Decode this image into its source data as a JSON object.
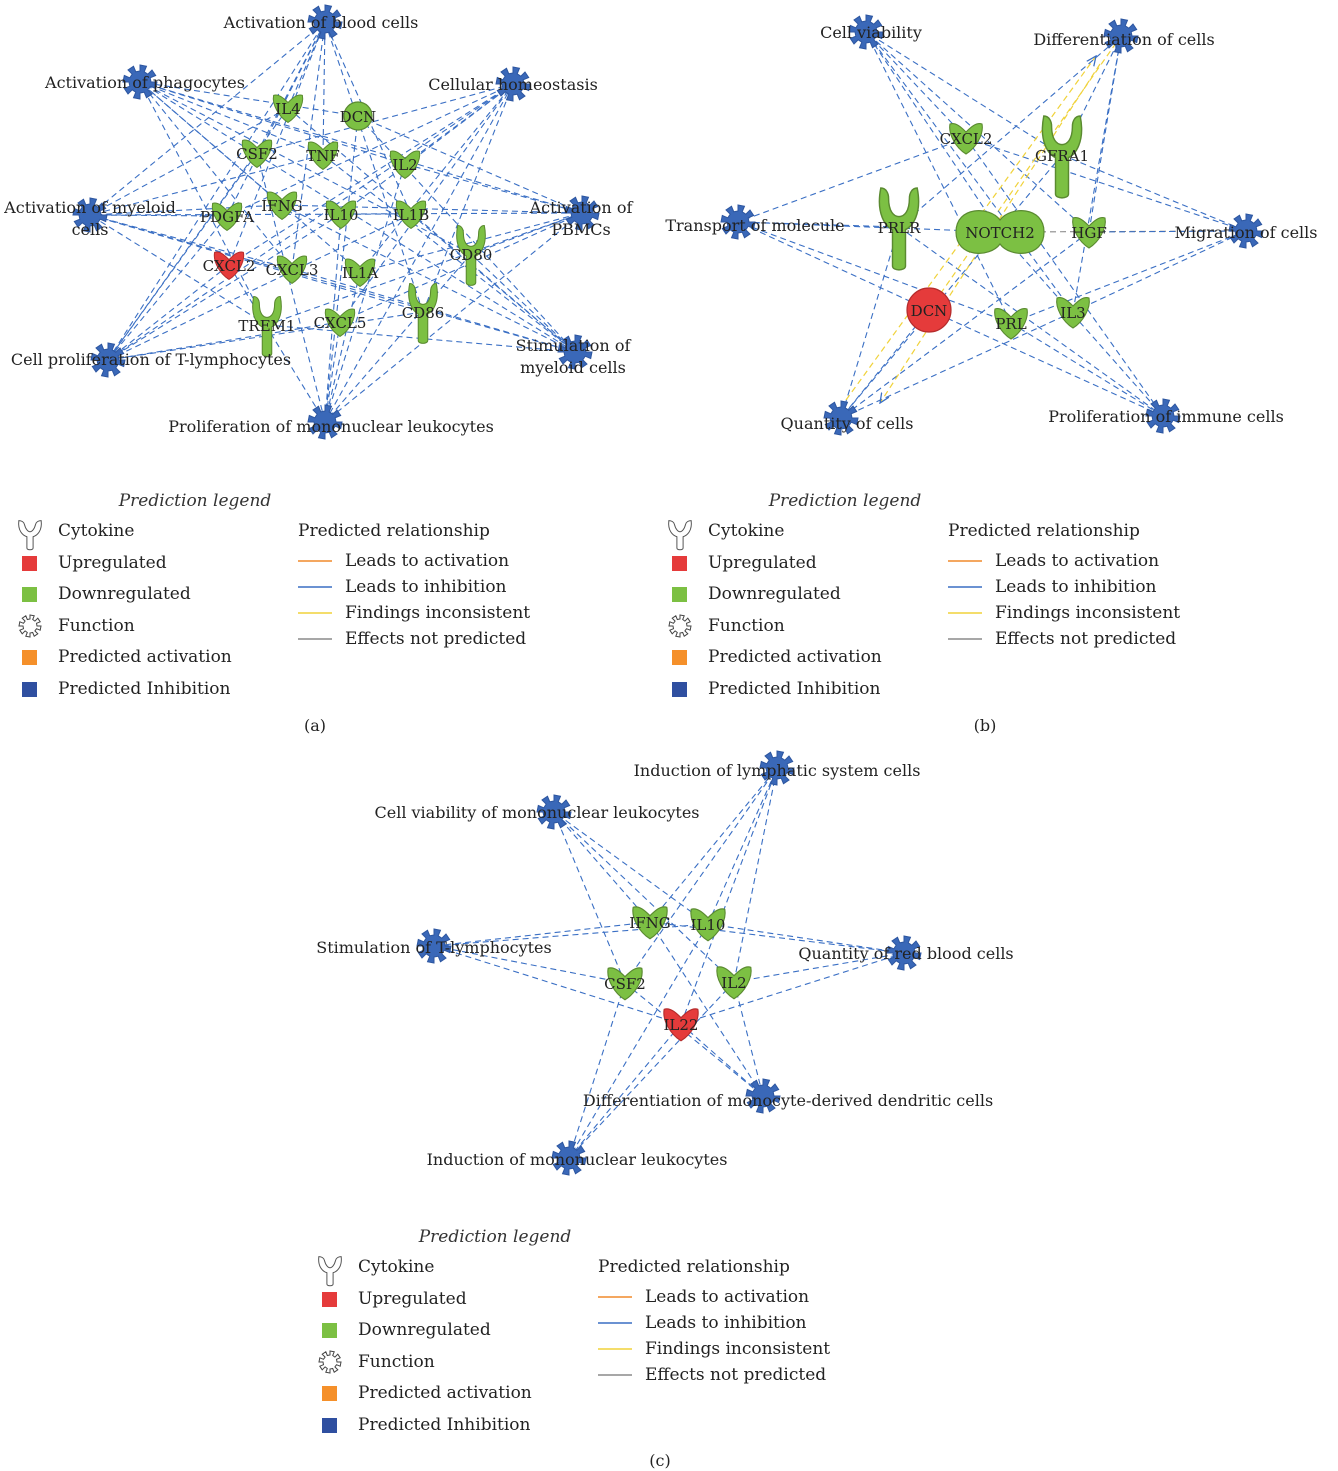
{
  "colors": {
    "function_node": "#3a68b8",
    "downregulated": "#7cc043",
    "upregulated": "#e53b3b",
    "edge_inhibition": "#3a6fc4",
    "edge_inconsistent": "#f0d23a",
    "edge_not_predicted": "#8a8a8a",
    "line_activation": "#f08a2c",
    "legend_predicted_activation": "#f5902a",
    "legend_predicted_inhibition": "#2f4fa0"
  },
  "panels": [
    {
      "caption": "(a)",
      "functions": [
        {
          "label": "Activation of blood cells"
        },
        {
          "label": "Activation of phagocytes"
        },
        {
          "label": "Cellular homeostasis"
        },
        {
          "label": "Activation of myeloid\ncells"
        },
        {
          "label": "Activation of\nPBMCs"
        },
        {
          "label": "Cell proliferation of T-lymphocytes"
        },
        {
          "label": "Stimulation of\nmyeloid cells"
        },
        {
          "label": "Proliferation of mononuclear leukocytes"
        }
      ],
      "genes": [
        {
          "label": "IL4",
          "state": "downregulated"
        },
        {
          "label": "DCN",
          "state": "downregulated"
        },
        {
          "label": "CSF2",
          "state": "downregulated"
        },
        {
          "label": "TNF",
          "state": "downregulated"
        },
        {
          "label": "IL2",
          "state": "downregulated"
        },
        {
          "label": "PDGFA",
          "state": "downregulated"
        },
        {
          "label": "IFNG",
          "state": "downregulated"
        },
        {
          "label": "IL10",
          "state": "downregulated"
        },
        {
          "label": "IL1B",
          "state": "downregulated"
        },
        {
          "label": "CD80",
          "state": "downregulated"
        },
        {
          "label": "CXCL2",
          "state": "upregulated"
        },
        {
          "label": "CXCL3",
          "state": "downregulated"
        },
        {
          "label": "IL1A",
          "state": "downregulated"
        },
        {
          "label": "CD86",
          "state": "downregulated"
        },
        {
          "label": "TREM1",
          "state": "downregulated"
        },
        {
          "label": "CXCL5",
          "state": "downregulated"
        }
      ]
    },
    {
      "caption": "(b)",
      "functions": [
        {
          "label": "Cell viability"
        },
        {
          "label": "Differentiation of cells"
        },
        {
          "label": "Transport of molecule"
        },
        {
          "label": "Migration of cells"
        },
        {
          "label": "Quantity of cells"
        },
        {
          "label": "Proliferation of immune cells"
        }
      ],
      "genes": [
        {
          "label": "CXCL2",
          "state": "downregulated"
        },
        {
          "label": "GFRA1",
          "state": "downregulated"
        },
        {
          "label": "PRLR",
          "state": "downregulated"
        },
        {
          "label": "NOTCH2",
          "state": "downregulated"
        },
        {
          "label": "HGF",
          "state": "downregulated"
        },
        {
          "label": "DCN",
          "state": "upregulated"
        },
        {
          "label": "PRL",
          "state": "downregulated"
        },
        {
          "label": "IL3",
          "state": "downregulated"
        }
      ]
    },
    {
      "caption": "(c)",
      "functions": [
        {
          "label": "Induction of lymphatic system cells"
        },
        {
          "label": "Cell viability of mononuclear leukocytes"
        },
        {
          "label": "Stimulation of T-lymphocytes"
        },
        {
          "label": "Quantity of red blood cells"
        },
        {
          "label": "Differentiation of monocyte-derived dendritic cells"
        },
        {
          "label": "Induction of mononuclear leukocytes"
        }
      ],
      "genes": [
        {
          "label": "IFNG",
          "state": "downregulated"
        },
        {
          "label": "IL10",
          "state": "downregulated"
        },
        {
          "label": "CSF2",
          "state": "downregulated"
        },
        {
          "label": "IL2",
          "state": "downregulated"
        },
        {
          "label": "IL22",
          "state": "upregulated"
        }
      ]
    }
  ],
  "legend": {
    "title": "Prediction legend",
    "node_items": [
      {
        "label": "Cytokine",
        "icon": "cytokine-outline-icon"
      },
      {
        "label": "Upregulated",
        "color": "#e53b3b"
      },
      {
        "label": "Downregulated",
        "color": "#7cc043"
      },
      {
        "label": "Function",
        "icon": "function-outline-icon"
      },
      {
        "label": "Predicted activation",
        "color": "#f5902a"
      },
      {
        "label": "Predicted Inhibition",
        "color": "#2f4fa0"
      }
    ],
    "relationship_title": "Predicted relationship",
    "relationship_items": [
      {
        "label": "Leads to activation",
        "color": "#f08a2c"
      },
      {
        "label": "Leads to inhibition",
        "color": "#3a6fc4"
      },
      {
        "label": "Findings inconsistent",
        "color": "#f0d23a"
      },
      {
        "label": "Effects not predicted",
        "color": "#8a8a8a"
      }
    ]
  }
}
